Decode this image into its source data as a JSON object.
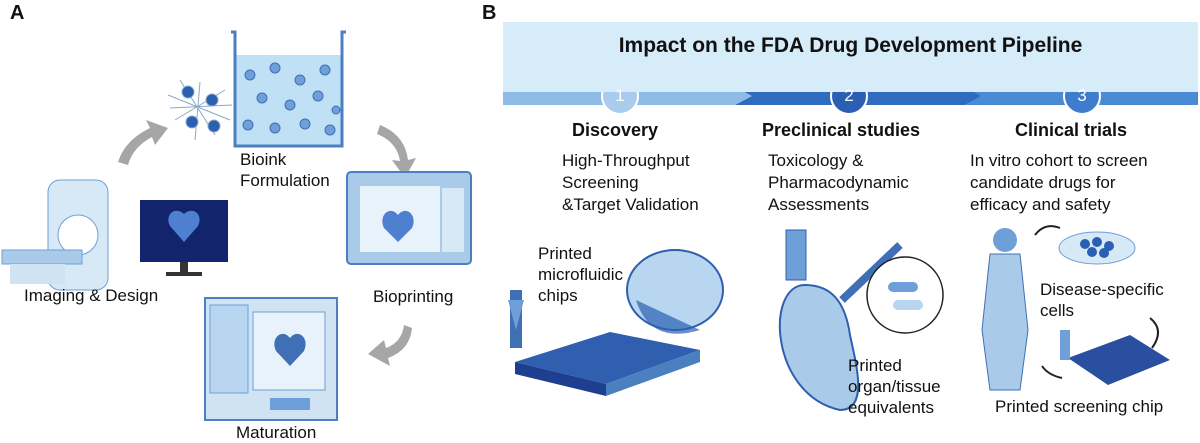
{
  "panel_a": {
    "letter": "A",
    "labels": {
      "bioink_line1": "Bioink",
      "bioink_line2": "Formulation",
      "imaging": "Imaging & Design",
      "bioprinting": "Bioprinting",
      "maturation": "Maturation"
    }
  },
  "panel_b": {
    "letter": "B",
    "title": "Impact on the FDA Drug Development Pipeline",
    "stages": [
      {
        "number": "1",
        "title": "Discovery",
        "desc": [
          "High-Throughput",
          "Screening",
          "&Target Validation"
        ]
      },
      {
        "number": "2",
        "title": "Preclinical studies",
        "desc": [
          "Toxicology &",
          "Pharmacodynamic",
          "Assessments"
        ]
      },
      {
        "number": "3",
        "title": "Clinical trials",
        "desc": [
          "In vitro cohort to screen",
          "candidate drugs for",
          "efficacy and safety"
        ]
      }
    ],
    "labels": {
      "chips_line1": "Printed",
      "chips_line2": "microfluidic",
      "chips_line3": "chips",
      "organ_line1": "Printed",
      "organ_line2": "organ/tissue",
      "organ_line3": "equivalents",
      "cells_line1": "Disease-specific",
      "cells_line2": "cells",
      "screening_chip": "Printed screening chip"
    }
  },
  "colors": {
    "light_blue": "#cfe6f6",
    "mid_blue": "#6aa6de",
    "dark_blue": "#2a5fb4",
    "navy": "#1e3f8f",
    "gray_arrow": "#a6a6a6"
  }
}
